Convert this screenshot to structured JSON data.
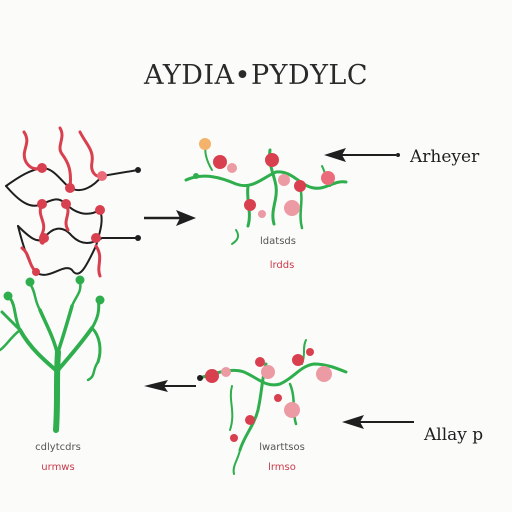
{
  "title": "AYDIA•PYDYLC",
  "labels": {
    "top_right": "Arheyer",
    "bottom_right": "Allay p"
  },
  "captions": {
    "top_middle_1": "ldatsds",
    "top_middle_2": "lrdds",
    "bottom_left_1": "cdlytcdrs",
    "bottom_left_2": "urmws",
    "bottom_middle_1": "lwarttsos",
    "bottom_middle_2": "lrmso"
  },
  "colors": {
    "red": "#d9404f",
    "pink": "#ec9aa3",
    "green": "#2fae4e",
    "dark": "#1f1f1f"
  }
}
